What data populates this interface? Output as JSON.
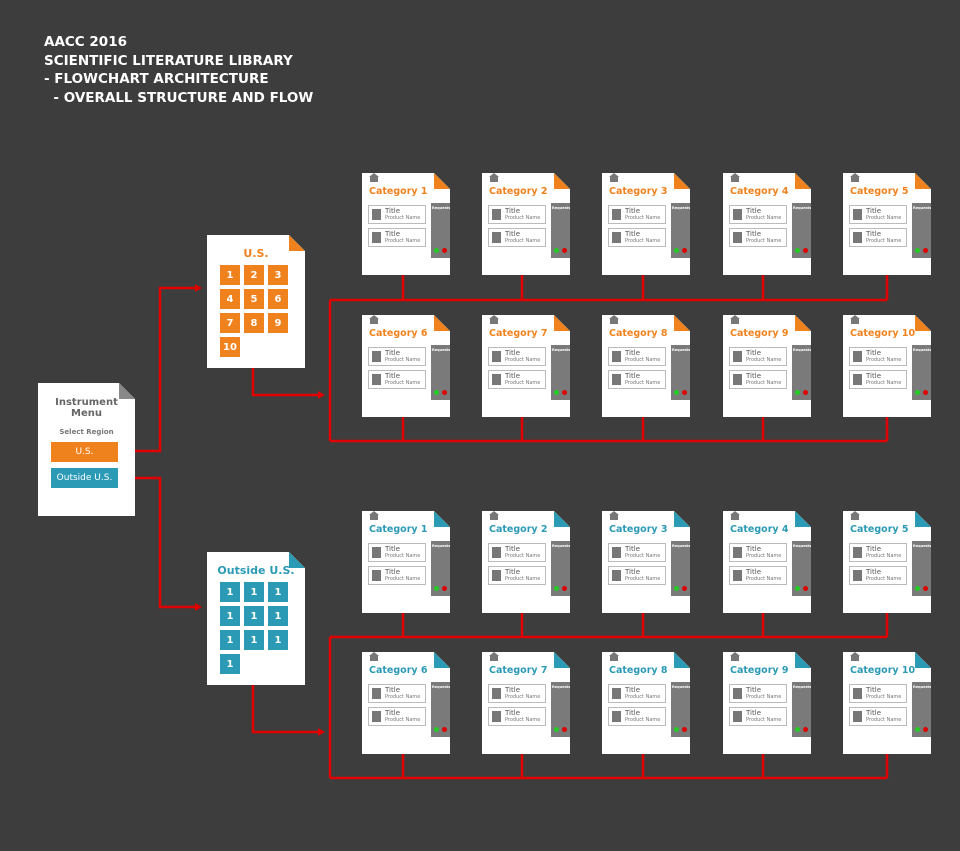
{
  "title": [
    "AACC 2016",
    "SCIENTIFIC LITERATURE LIBRARY",
    "- FLOWCHART ARCHITECTURE",
    "  - OVERALL STRUCTURE AND FLOW"
  ],
  "colors": {
    "us": "#f0821e",
    "outside": "#2b9ab5",
    "line": "#e00000",
    "green": "#22cc22",
    "red": "#dd0000"
  },
  "menu": {
    "title": "Instrument Menu",
    "subtitle": "Select Region",
    "us_button": "U.S.",
    "outside_button": "Outside U.S."
  },
  "us_page": {
    "title": "U.S.",
    "tiles": [
      "1",
      "2",
      "3",
      "4",
      "5",
      "6",
      "7",
      "8",
      "9",
      "10"
    ]
  },
  "outside_page": {
    "title": "Outside U.S.",
    "tiles": [
      "1",
      "1",
      "1",
      "1",
      "1",
      "1",
      "1",
      "1",
      "1",
      "1"
    ]
  },
  "card": {
    "item_title": "Title",
    "item_sub": "Product Name",
    "requests": "Requests",
    "home_icon": "home-icon"
  },
  "categories": [
    "Category 1",
    "Category 2",
    "Category 3",
    "Category 4",
    "Category 5",
    "Category 6",
    "Category 7",
    "Category 8",
    "Category 9",
    "Category 10"
  ]
}
